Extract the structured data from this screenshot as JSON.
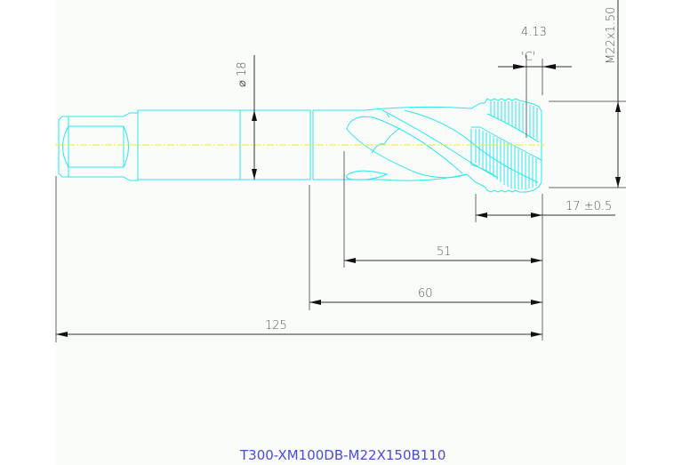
{
  "drawing": {
    "title": "T300-XM100DB-M22X150B110",
    "part_type": "spiral-flute-tap",
    "colors": {
      "geometry": "#29e6ef",
      "centerline": "#f2e62a",
      "dimension": "#333333",
      "title": "#4b4bd8",
      "sheet_background": "#f9fcf9"
    }
  },
  "dimensions": {
    "shank_diameter": "⌀ 18",
    "thread_spec": "M22x1.50",
    "chamfer_label": "'C'",
    "chamfer_value": "4.13",
    "thread_length": "17 ±0.5",
    "flute_length": "51",
    "body_length": "60",
    "overall_length": "125"
  }
}
